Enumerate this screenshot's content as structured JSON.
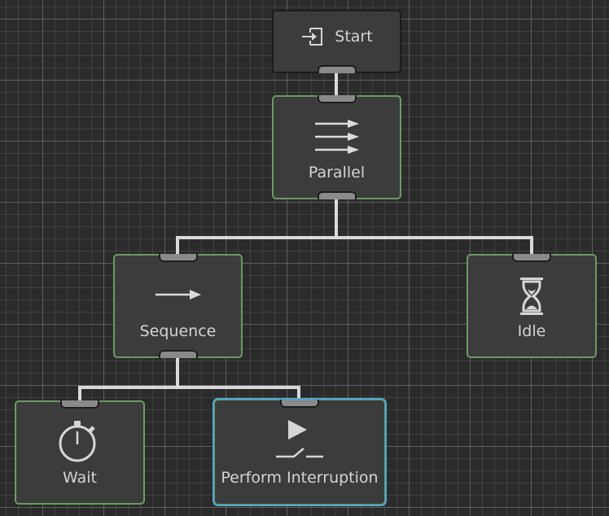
{
  "graph": {
    "root": {
      "label": "Start",
      "icon": "enter-icon"
    },
    "nodes": [
      {
        "id": "parallel",
        "label": "Parallel",
        "icon": "parallel-arrows-icon",
        "state": "normal"
      },
      {
        "id": "sequence",
        "label": "Sequence",
        "icon": "arrow-right-icon",
        "state": "normal"
      },
      {
        "id": "idle",
        "label": "Idle",
        "icon": "hourglass-icon",
        "state": "normal"
      },
      {
        "id": "wait",
        "label": "Wait",
        "icon": "stopwatch-icon",
        "state": "normal"
      },
      {
        "id": "perform-interruption",
        "label": "Perform Interruption",
        "icon": "play-switch-icon",
        "state": "selected"
      }
    ],
    "edges": [
      {
        "from": "Start",
        "to": "Parallel"
      },
      {
        "from": "Parallel",
        "to": "Sequence"
      },
      {
        "from": "Parallel",
        "to": "Idle"
      },
      {
        "from": "Sequence",
        "to": "Wait"
      },
      {
        "from": "Sequence",
        "to": "Perform Interruption"
      }
    ]
  },
  "colors": {
    "background": "#2b2b2b",
    "node_fill": "#3c3c3c",
    "node_border": "#6b9a63",
    "selection": "#4aa9d9",
    "edge": "#d9d9d9",
    "port": "#8a8a8a"
  }
}
